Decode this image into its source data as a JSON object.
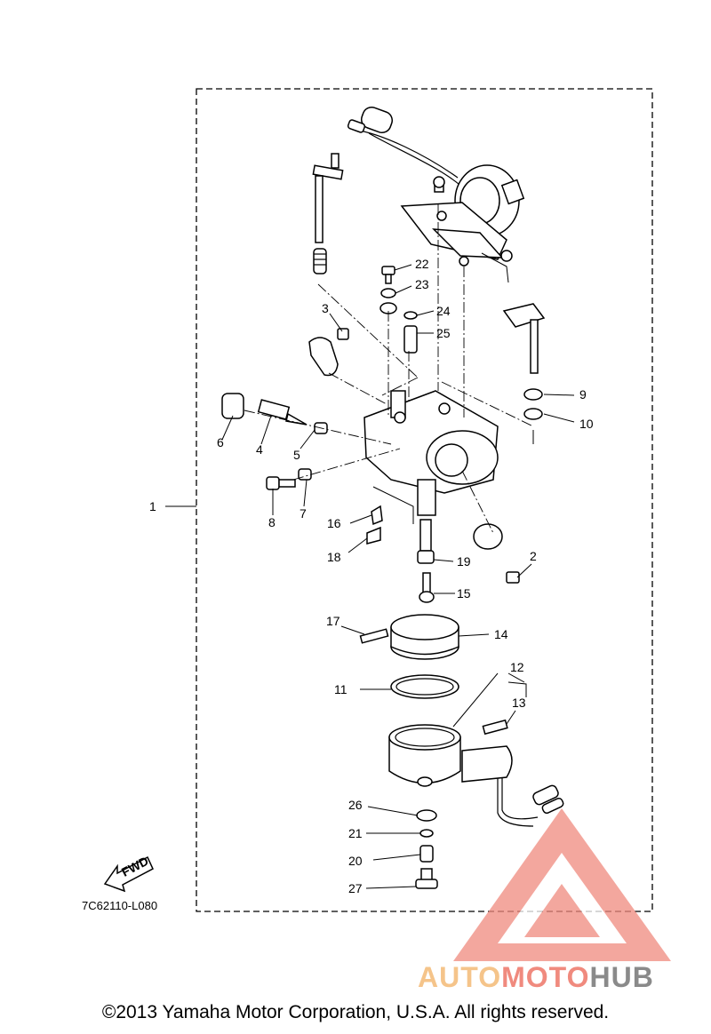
{
  "diagram": {
    "code": "7C62110-L080",
    "fwd_label": "FWD",
    "callouts": [
      {
        "id": "c1",
        "label": "1"
      },
      {
        "id": "c2",
        "label": "2"
      },
      {
        "id": "c3",
        "label": "3"
      },
      {
        "id": "c4",
        "label": "4"
      },
      {
        "id": "c5",
        "label": "5"
      },
      {
        "id": "c6",
        "label": "6"
      },
      {
        "id": "c7",
        "label": "7"
      },
      {
        "id": "c8",
        "label": "8"
      },
      {
        "id": "c9",
        "label": "9"
      },
      {
        "id": "c10",
        "label": "10"
      },
      {
        "id": "c11",
        "label": "11"
      },
      {
        "id": "c12",
        "label": "12"
      },
      {
        "id": "c13",
        "label": "13"
      },
      {
        "id": "c14",
        "label": "14"
      },
      {
        "id": "c15",
        "label": "15"
      },
      {
        "id": "c16",
        "label": "16"
      },
      {
        "id": "c17",
        "label": "17"
      },
      {
        "id": "c18",
        "label": "18"
      },
      {
        "id": "c19",
        "label": "19"
      },
      {
        "id": "c20",
        "label": "20"
      },
      {
        "id": "c21",
        "label": "21"
      },
      {
        "id": "c22",
        "label": "22"
      },
      {
        "id": "c23",
        "label": "23"
      },
      {
        "id": "c24",
        "label": "24"
      },
      {
        "id": "c25",
        "label": "25"
      },
      {
        "id": "c26",
        "label": "26"
      },
      {
        "id": "c27",
        "label": "27"
      }
    ]
  },
  "watermark": {
    "part1": "AUTO",
    "part2": "MOTO",
    "part3": "HUB",
    "color1": "#f5c48a",
    "color2": "#f08a7e",
    "color3": "#8a8a8a",
    "logo_color": "#f08a7e"
  },
  "copyright": "©2013 Yamaha Motor Corporation, U.S.A. All rights reserved."
}
